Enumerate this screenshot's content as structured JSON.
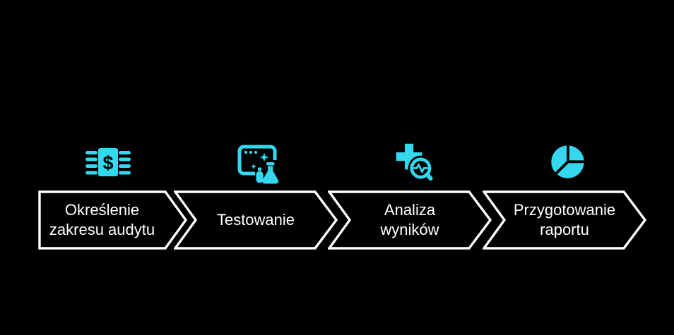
{
  "colors": {
    "background": "#000000",
    "accent": "#35D7EE",
    "shape_outline": "#FFFFFF",
    "shape_fill": "#000000",
    "label_text": "#FFFFFF"
  },
  "process": {
    "type": "chevron-flow",
    "steps": [
      {
        "label": "Określenie\nzakresu audytu",
        "icon": "money-stack-icon"
      },
      {
        "label": "Testowanie",
        "icon": "app-testing-icon"
      },
      {
        "label": "Analiza\nwyników",
        "icon": "search-pulse-icon"
      },
      {
        "label": "Przygotowanie\nraportu",
        "icon": "pie-chart-icon"
      }
    ]
  },
  "glyphs": {
    "dollar": "$"
  }
}
